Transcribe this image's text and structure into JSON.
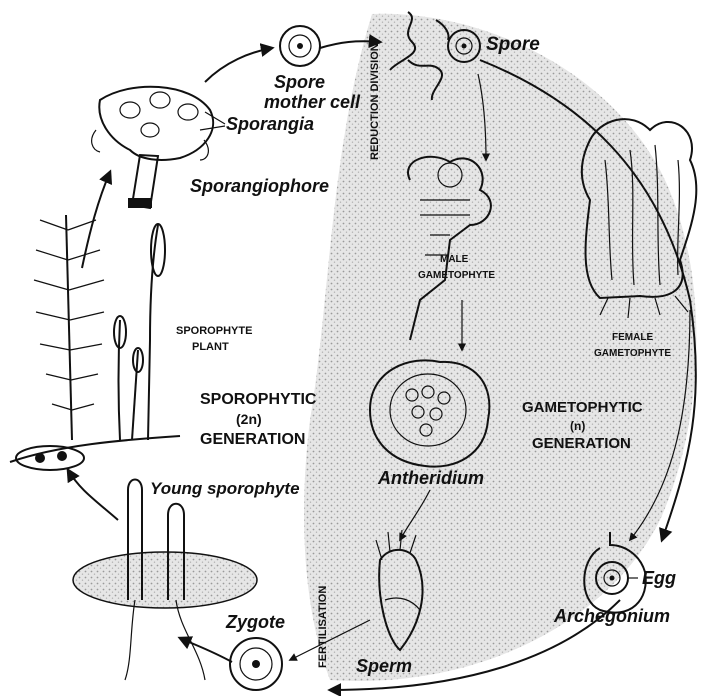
{
  "labels": {
    "spore": "Spore",
    "spore_mother_cell_1": "Spore",
    "spore_mother_cell_2": "mother cell",
    "sporangia": "Sporangia",
    "sporangiophore": "Sporangiophore",
    "sporophyte_plant_1": "SPOROPHYTE",
    "sporophyte_plant_2": "PLANT",
    "sporophytic_1": "SPOROPHYTIC",
    "sporophytic_2": "(2n)",
    "sporophytic_3": "GENERATION",
    "male_gametophyte_1": "MALE",
    "male_gametophyte_2": "GAMETOPHYTE",
    "female_gametophyte_1": "FEMALE",
    "female_gametophyte_2": "GAMETOPHYTE",
    "gametophytic_1": "GAMETOPHYTIC",
    "gametophytic_2": "(n)",
    "gametophytic_3": "GENERATION",
    "antheridium": "Antheridium",
    "egg": "Egg",
    "archegonium": "Archegonium",
    "sperm": "Sperm",
    "zygote": "Zygote",
    "young_sporophyte": "Young sporophyte",
    "reduction_division": "REDUCTION DIVISION",
    "fertilisation": "FERTILISATION"
  },
  "colors": {
    "ink": "#111111",
    "stipple": "#d8d8d8",
    "background": "#ffffff"
  }
}
